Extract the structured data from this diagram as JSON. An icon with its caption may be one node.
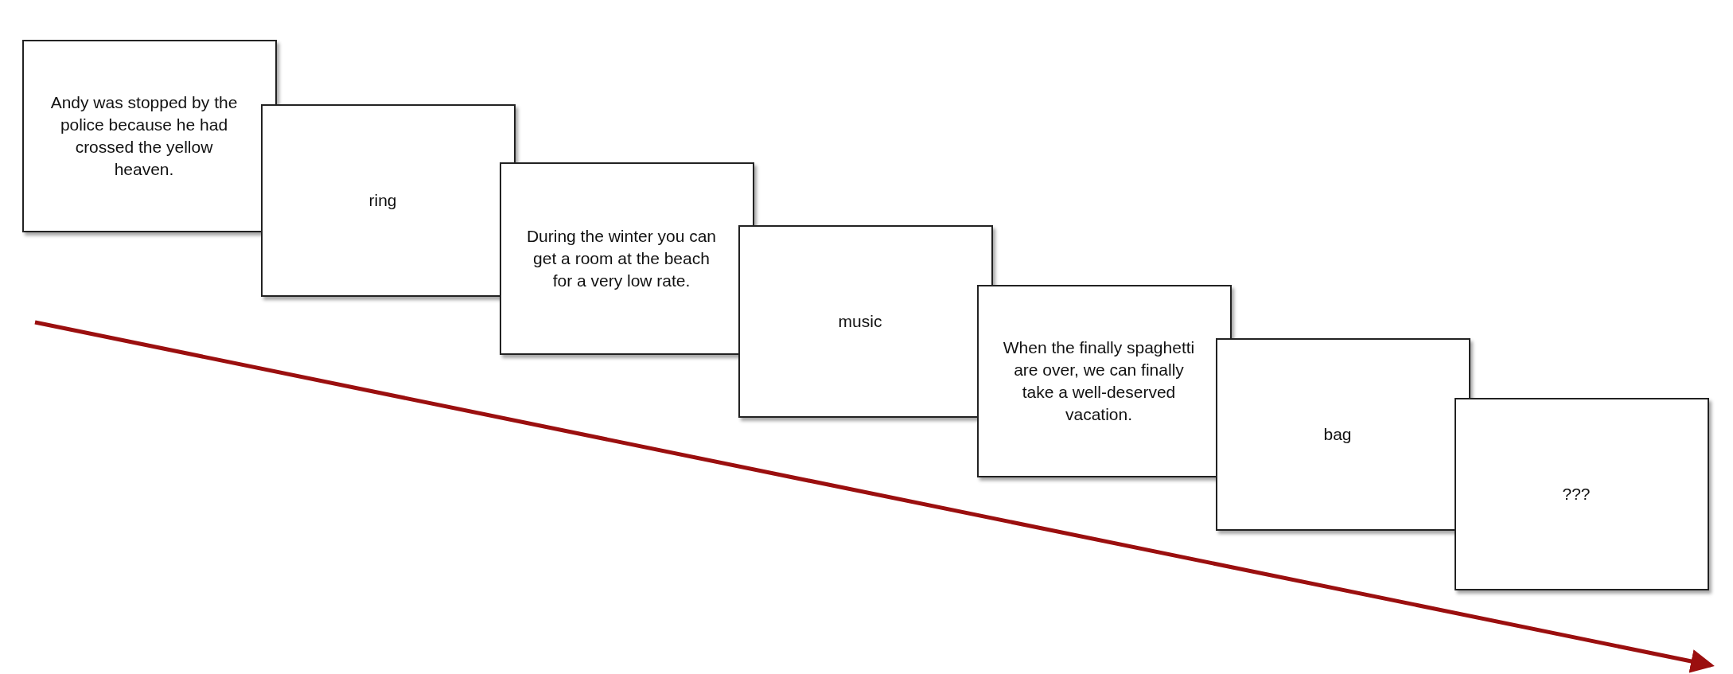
{
  "diagram": {
    "nodes": [
      {
        "text": [
          "Andy was stopped by the police because he had crossed the yellow heaven."
        ]
      },
      {
        "text": [
          "ring"
        ]
      },
      {
        "text": [
          "During the winter you can get a room at the beach for a very low rate."
        ]
      },
      {
        "text": [
          "music"
        ]
      },
      {
        "text": [
          "When the finally spaghetti are over, we can finally take a well-deserved vacation."
        ]
      },
      {
        "text": [
          "bag"
        ]
      },
      {
        "text": [
          "???"
        ]
      }
    ],
    "edges": []
  }
}
